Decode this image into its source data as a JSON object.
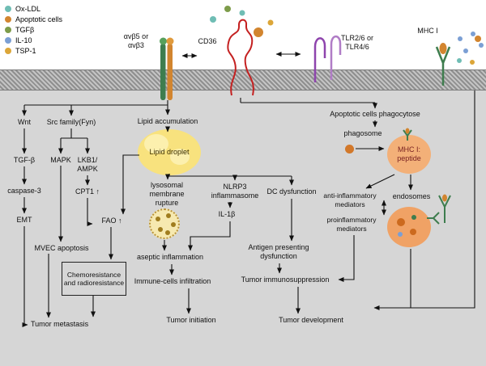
{
  "legend": {
    "items": [
      {
        "label": "Ox-LDL",
        "color": "#6fbdb4"
      },
      {
        "label": "Apoptotic cells",
        "color": "#d2852f"
      },
      {
        "label": "TGFβ",
        "color": "#7d9c4a"
      },
      {
        "label": "IL-10",
        "color": "#7b9fd4"
      },
      {
        "label": "TSP-1",
        "color": "#dca638"
      }
    ]
  },
  "receptors": {
    "integrin": "αvβ5 or αvβ3",
    "cd36": "CD36",
    "tlr": "TLR2/6 or TLR4/6",
    "mhc1": "MHC I"
  },
  "nodes": {
    "wnt": "Wnt",
    "src_family": "Src family(Fyn)",
    "lipid_accumulation": "Lipid accumulation",
    "apoptotic_phagocytose": "Apoptotic cells phagocytose",
    "tgf_beta": "TGF-β",
    "mapk": "MAPK",
    "lkb1_ampk": "LKB1/\nAMPK",
    "caspase3": "caspase-3",
    "cpt1": "CPT1 ↑",
    "emt": "EMT",
    "fao": "FAO ↑",
    "mvec": "MVEC apoptosis",
    "chemoresistance": "Chemoresistance and radioresistance",
    "tumor_metastasis": "Tumor metastasis",
    "lipid_droplet": "Lipid droplet",
    "lysosomal_rupture": "lysosomal membrane rupture",
    "nlrp3": "NLRP3 inflammasome",
    "dc_dysfunction": "DC dysfunction",
    "il1b": "IL-1β",
    "aseptic_inflammation": "aseptic inflammation",
    "immune_infiltration": "Immune-cells infiltration",
    "tumor_initiation": "Tumor initiation",
    "antigen_dysfunction": "Antigen presenting dysfunction",
    "tumor_immunosuppression": "Tumor immunosuppression",
    "tumor_development": "Tumor development",
    "phagosome": "phagosome",
    "mhc_peptide": "MHC I: peptide",
    "anti_inflammatory": "anti-inflammatory mediators",
    "endosomes": "endosomes",
    "proinflammatory": "proinflammatory mediators"
  },
  "colors": {
    "cytoplasm": "#d6d6d6",
    "lipid_droplet": "#f8e27e",
    "vesicle": "#f3b078",
    "endosome": "#f0a265",
    "cd36_receptor": "#c42020",
    "tlr_receptor": "#8e44ad",
    "mhc_receptor": "#3e7d4e",
    "integrin_green": "#3e7d4e",
    "integrin_orange": "#d2852f"
  }
}
